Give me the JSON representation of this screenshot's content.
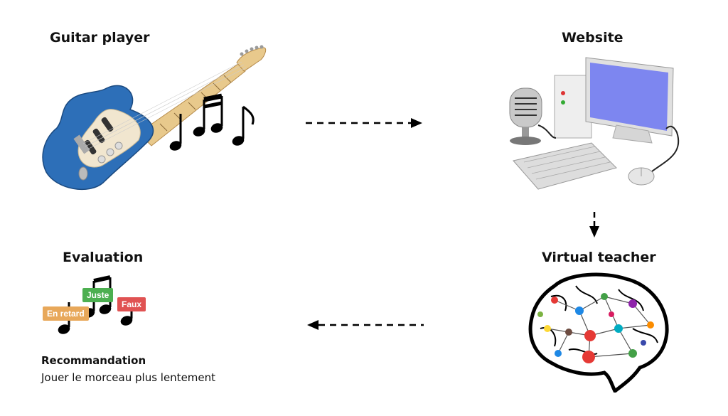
{
  "nodes": {
    "guitar_player": {
      "title": "Guitar player"
    },
    "website": {
      "title": "Website"
    },
    "virtual_teacher": {
      "title": "Virtual teacher"
    },
    "evaluation": {
      "title": "Evaluation",
      "badges": [
        {
          "label": "En retard",
          "color": "#e8a85a"
        },
        {
          "label": "Juste",
          "color": "#4caf50"
        },
        {
          "label": "Faux",
          "color": "#e05252"
        }
      ],
      "recommendation_title": "Recommandation",
      "recommendation_text": "Jouer le morceau plus lentement"
    }
  },
  "edges": [
    {
      "from": "guitar_player",
      "to": "website",
      "style": "dashed"
    },
    {
      "from": "website",
      "to": "virtual_teacher",
      "style": "dashed"
    },
    {
      "from": "virtual_teacher",
      "to": "evaluation",
      "style": "dashed"
    }
  ],
  "icons": [
    "electric-guitar-icon",
    "music-notes-icon",
    "desktop-computer-icon",
    "microphone-icon",
    "brain-network-icon"
  ]
}
